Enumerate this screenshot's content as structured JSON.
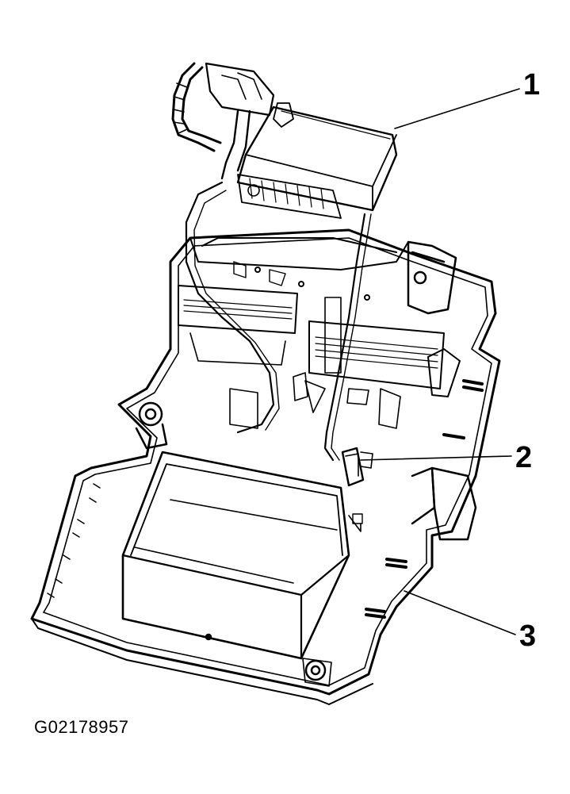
{
  "callouts": [
    {
      "id": "1",
      "label": "1"
    },
    {
      "id": "2",
      "label": "2"
    },
    {
      "id": "3",
      "label": "3"
    }
  ],
  "figure_id": "G02178957"
}
